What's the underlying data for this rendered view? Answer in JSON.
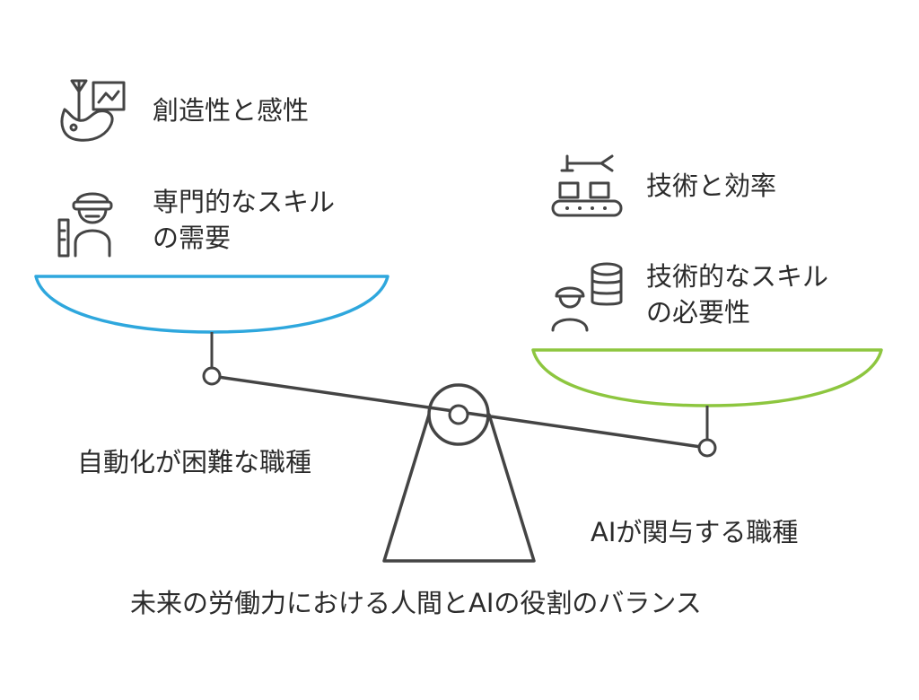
{
  "title": "未来の労働力における人間とAIの役割のバランス",
  "left": {
    "caption": "自動化が困難な職種",
    "items": [
      {
        "icon": "art-creativity-icon",
        "lines": [
          "創造性と感性"
        ]
      },
      {
        "icon": "craftsman-worker-icon",
        "lines": [
          "専門的なスキル",
          "の需要"
        ]
      }
    ],
    "pan_color": "#2ea7dd"
  },
  "right": {
    "caption": "AIが関与する職種",
    "items": [
      {
        "icon": "conveyor-robot-icon",
        "lines": [
          "技術と効率"
        ]
      },
      {
        "icon": "engineer-database-icon",
        "lines": [
          "技術的なスキル",
          "の必要性"
        ]
      }
    ],
    "pan_color": "#8dc63f"
  },
  "colors": {
    "beam": "#444444",
    "text": "#2b2b2b"
  }
}
